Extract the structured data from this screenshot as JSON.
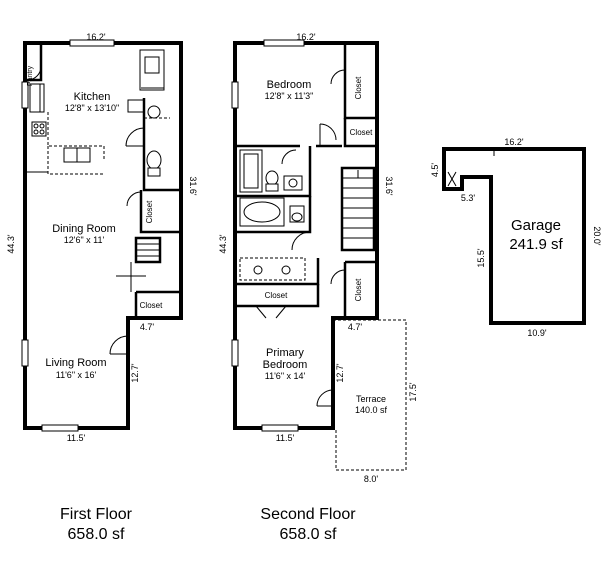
{
  "floors": [
    {
      "title": "First Floor",
      "area": "658.0 sf",
      "rooms": [
        {
          "name": "Kitchen",
          "size": "12'8\" x 13'10\""
        },
        {
          "name": "Dining Room",
          "size": "12'6\" x 11'"
        },
        {
          "name": "Living Room",
          "size": "11'6\" x 16'"
        },
        {
          "name": "Pantry"
        },
        {
          "name": "Closet"
        },
        {
          "name": "Closet"
        }
      ],
      "dimensions": {
        "top": "16.2'",
        "left": "44.3'",
        "right": "31.6'",
        "notch_w": "4.7'",
        "notch_h": "12.7'",
        "bottom": "11.5'"
      }
    },
    {
      "title": "Second Floor",
      "area": "658.0 sf",
      "rooms": [
        {
          "name": "Bedroom",
          "size": "12'8\" x 11'3\""
        },
        {
          "name": "Primary Bedroom",
          "name_line1": "Primary",
          "name_line2": "Bedroom",
          "size": "11'6\" x 14'"
        },
        {
          "name": "Closet"
        },
        {
          "name": "Closet"
        },
        {
          "name": "Closet"
        },
        {
          "name": "Closet"
        }
      ],
      "terrace": {
        "name": "Terrace",
        "area": "140.0 sf",
        "width": "8.0'",
        "depth": "17.5'"
      },
      "dimensions": {
        "top": "16.2'",
        "left": "44.3'",
        "right": "31.6'",
        "notch_w": "4.7'",
        "notch_h": "12.7'",
        "bottom": "11.5'"
      }
    }
  ],
  "garage": {
    "name": "Garage",
    "area": "241.9 sf",
    "dimensions": {
      "top": "16.2'",
      "right": "20.0'",
      "left": "15.5'",
      "bottom": "10.9'",
      "jog_w": "5.3'",
      "jog_h": "4.5'"
    }
  }
}
